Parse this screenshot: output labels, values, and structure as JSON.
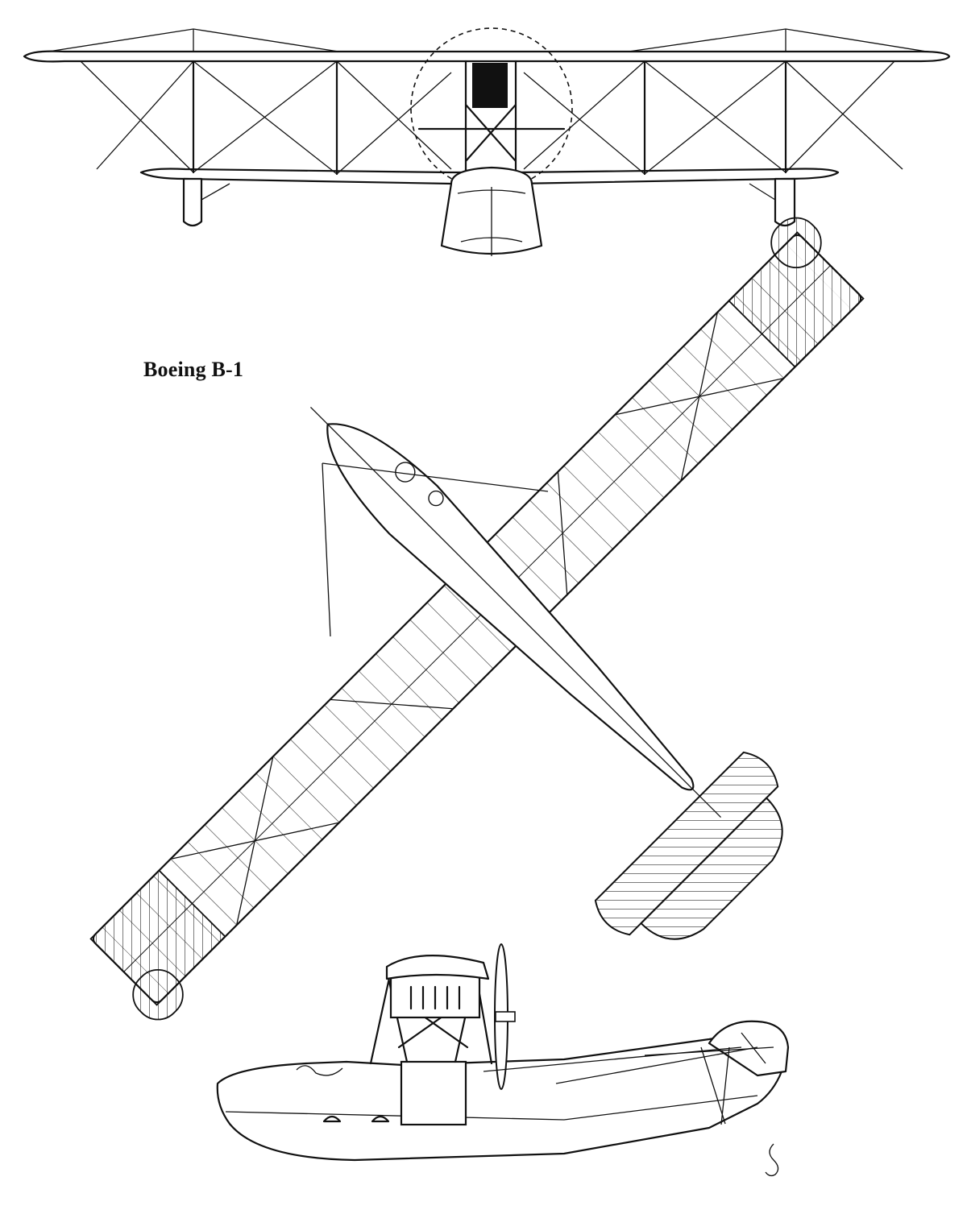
{
  "title": "Boeing B-1",
  "views": {
    "front": "front-view",
    "top": "top-view",
    "side": "side-view"
  },
  "colors": {
    "ink": "#111111",
    "paper": "#ffffff"
  }
}
